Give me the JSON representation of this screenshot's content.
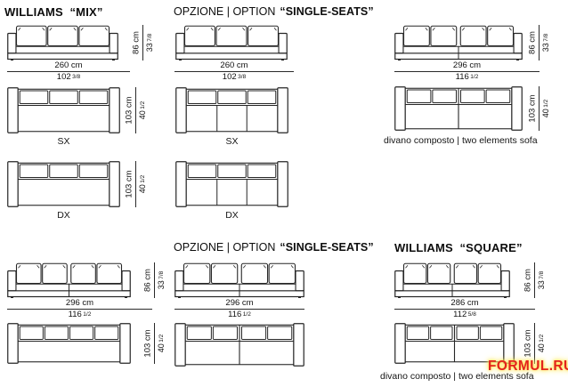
{
  "titles": {
    "mix": "WILLIAMS  “MIX”",
    "square": "WILLIAMS  “SQUARE”",
    "option_prefix": "OPZIONE | OPTION",
    "option_name": "“SINGLE-SEATS”"
  },
  "dims": {
    "w260": {
      "cm": "260 cm",
      "in": "102",
      "frac": "3/8"
    },
    "w296": {
      "cm": "296 cm",
      "in": "116",
      "frac": "1/2"
    },
    "w286": {
      "cm": "286 cm",
      "in": "112",
      "frac": "5/8"
    },
    "h86": {
      "cm": "86 cm",
      "in": "33",
      "frac": "7/8"
    },
    "d103": {
      "cm": "103 cm",
      "in": "40",
      "frac": "1/2"
    }
  },
  "labels": {
    "sx": "SX",
    "dx": "DX",
    "two_elements": "divano composto | two elements sofa"
  },
  "watermark": {
    "text": "FORMUL.RU",
    "color": "#e3231d",
    "glow": "#ffe65a"
  },
  "colors": {
    "ink": "#262626",
    "text": "#111111",
    "background": "#ffffff"
  }
}
